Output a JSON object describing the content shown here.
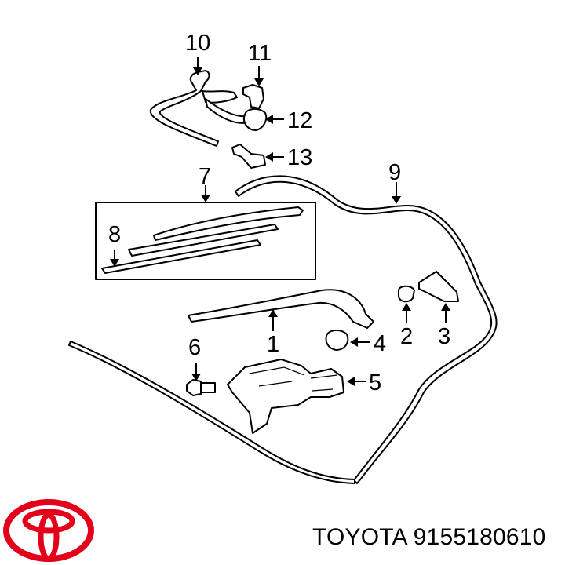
{
  "callouts": {
    "c1": "1",
    "c2": "2",
    "c3": "3",
    "c4": "4",
    "c5": "5",
    "c6": "6",
    "c7": "7",
    "c8": "8",
    "c9": "9",
    "c10": "10",
    "c11": "11",
    "c12": "12",
    "c13": "13"
  },
  "brand": {
    "name": "TOYOTA",
    "part_number": "9155180610"
  },
  "icons": {
    "logo": "toyota-logo-icon"
  }
}
